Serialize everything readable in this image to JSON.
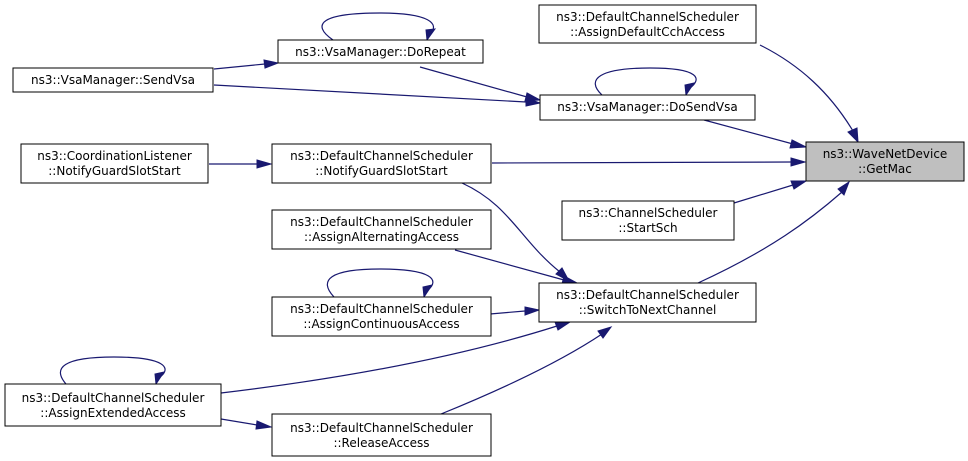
{
  "colors": {
    "edge": "#191970",
    "focus_fill": "#bfbfbf",
    "node_fill": "#ffffff",
    "node_border": "#000000"
  },
  "nodes": {
    "assign_default": {
      "line1": "ns3::DefaultChannelScheduler",
      "line2": "::AssignDefaultCchAccess"
    },
    "do_repeat": {
      "line1": "ns3::VsaManager::DoRepeat"
    },
    "send_vsa": {
      "line1": "ns3::VsaManager::SendVsa"
    },
    "do_send_vsa": {
      "line1": "ns3::VsaManager::DoSendVsa"
    },
    "get_mac": {
      "line1": "ns3::WaveNetDevice",
      "line2": "::GetMac"
    },
    "coord_listener": {
      "line1": "ns3::CoordinationListener",
      "line2": "::NotifyGuardSlotStart"
    },
    "notify_guard": {
      "line1": "ns3::DefaultChannelScheduler",
      "line2": "::NotifyGuardSlotStart"
    },
    "start_sch": {
      "line1": "ns3::ChannelScheduler",
      "line2": "::StartSch"
    },
    "assign_alt": {
      "line1": "ns3::DefaultChannelScheduler",
      "line2": "::AssignAlternatingAccess"
    },
    "switch_next": {
      "line1": "ns3::DefaultChannelScheduler",
      "line2": "::SwitchToNextChannel"
    },
    "assign_cont": {
      "line1": "ns3::DefaultChannelScheduler",
      "line2": "::AssignContinuousAccess"
    },
    "assign_ext": {
      "line1": "ns3::DefaultChannelScheduler",
      "line2": "::AssignExtendedAccess"
    },
    "release": {
      "line1": "ns3::DefaultChannelScheduler",
      "line2": "::ReleaseAccess"
    }
  }
}
